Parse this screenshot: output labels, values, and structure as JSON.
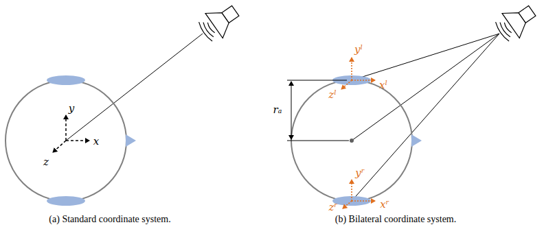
{
  "diagram": {
    "labels": [
      "y",
      "x",
      "z",
      "yˡ",
      "xˡ",
      "zˡ",
      "rₐ",
      "yʳ",
      "xʳ",
      "zʳ",
      "(a) Standard coordinate system.",
      "(b) Bilateral coordinate system."
    ]
  }
}
